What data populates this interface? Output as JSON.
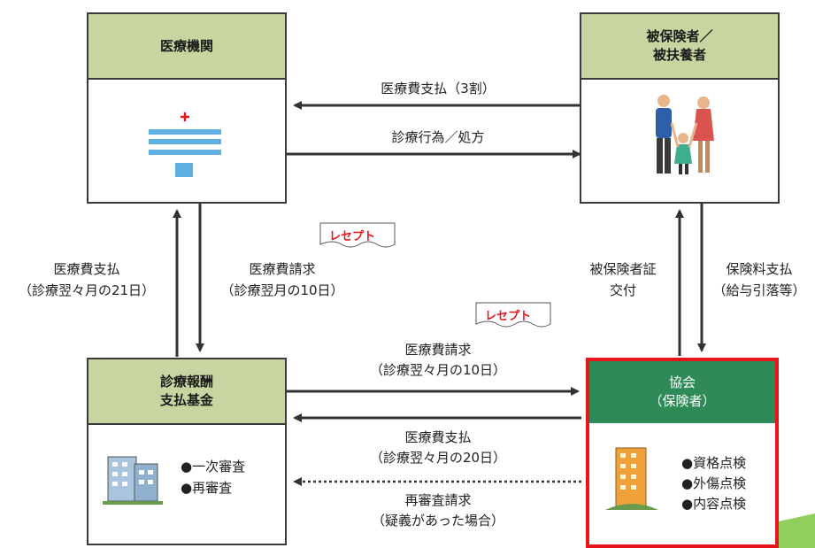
{
  "nodes": {
    "iryo_kikan": {
      "title": "医療機関"
    },
    "hihokensha": {
      "title_line1": "被保険者／",
      "title_line2": "被扶養者"
    },
    "shinryo_hoshu": {
      "title_line1": "診療報酬",
      "title_line2": "支払基金",
      "items": [
        "●一次審査",
        "●再審査"
      ]
    },
    "kyokai": {
      "title_line1": "協会",
      "title_line2": "（保険者）",
      "items": [
        "●資格点検",
        "●外傷点検",
        "●内容点検"
      ]
    }
  },
  "flows": {
    "payment_3wari": "医療費支払（3割）",
    "shinryo_koui": "診療行為／処方",
    "kikin_payment_line1": "医療費支払",
    "kikin_payment_line2": "（診療翌々月の21日）",
    "kikan_claim_line1": "医療費請求",
    "kikan_claim_line2": "（診療翌月の10日）",
    "card_issue_line1": "被保険者証",
    "card_issue_line2": "交付",
    "premium_line1": "保険料支払",
    "premium_line2": "（給与引落等）",
    "kikin_claim_line1": "医療費請求",
    "kikin_claim_line2": "（診療翌々月の10日）",
    "kyokai_payment_line1": "医療費支払",
    "kyokai_payment_line2": "（診療翌々月の20日）",
    "reexam_line1": "再審査請求",
    "reexam_line2": "（疑義があった場合）"
  },
  "receipt_tags": [
    "レセプト",
    "レセプト"
  ],
  "colors": {
    "header_green": "#c7d6a1",
    "kyokai_green": "#2e8b57",
    "highlight_red": "#e8141b",
    "hospital_blue": "#5fb0e0"
  }
}
